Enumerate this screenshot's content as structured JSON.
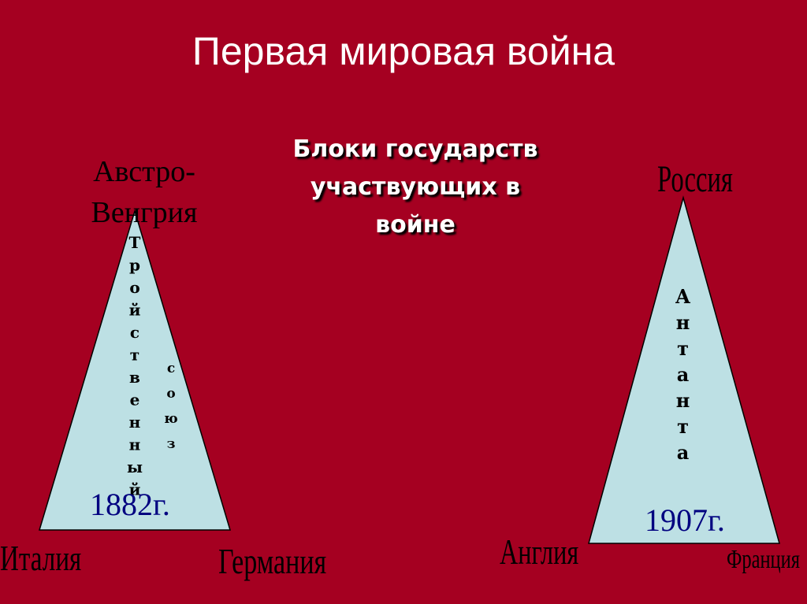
{
  "slide": {
    "title": "Первая мировая война",
    "subtitle": "Блоки государств участвующих в войне"
  },
  "colors": {
    "background": "#a50021",
    "triangle_fill": "#bde0e4",
    "year_text": "#000080"
  },
  "triple_alliance": {
    "top": "Австро-Венгрия",
    "bottom_left": "Италия",
    "bottom_right": "Германия",
    "name_word1": "Тройственный",
    "name_word2": "союз",
    "year": "1882г."
  },
  "entente": {
    "top": "Россия",
    "bottom_left": "Англия",
    "bottom_right": "Франция",
    "name": "Антанта",
    "year": "1907г."
  }
}
